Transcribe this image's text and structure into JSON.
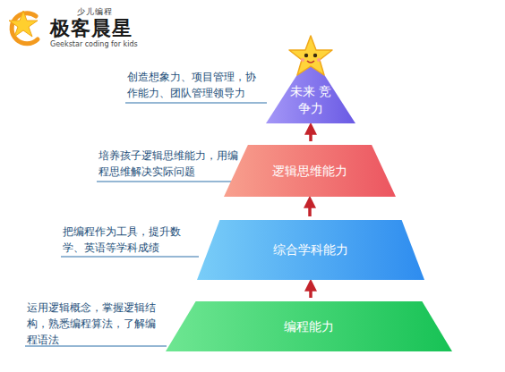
{
  "diagram": {
    "nodes": [
      {
        "text": [
          "未来 竞争力"
        ]
      },
      {
        "text": [
          "逻辑思维能力"
        ]
      },
      {
        "text": [
          "综合学科能力"
        ]
      },
      {
        "text": [
          "编程能力"
        ]
      }
    ],
    "edges": [
      {
        "from": 3,
        "to": 2,
        "arrow": "to"
      },
      {
        "from": 2,
        "to": 1,
        "arrow": "to"
      },
      {
        "from": 1,
        "to": 0,
        "arrow": "to"
      }
    ],
    "labels": [
      "少儿编程",
      "极客晨星",
      "Geekstar coding for kids",
      "创造想象力、项目管理，协作能力、团队管理领导力",
      "培养孩子逻辑思维能力，用编程思维解决实际问题",
      "把编程作为工具，提升数学、英语等学科成绩",
      "运用逻辑概念，掌握逻辑结构，熟悉编程算法，了解编程语法"
    ]
  }
}
